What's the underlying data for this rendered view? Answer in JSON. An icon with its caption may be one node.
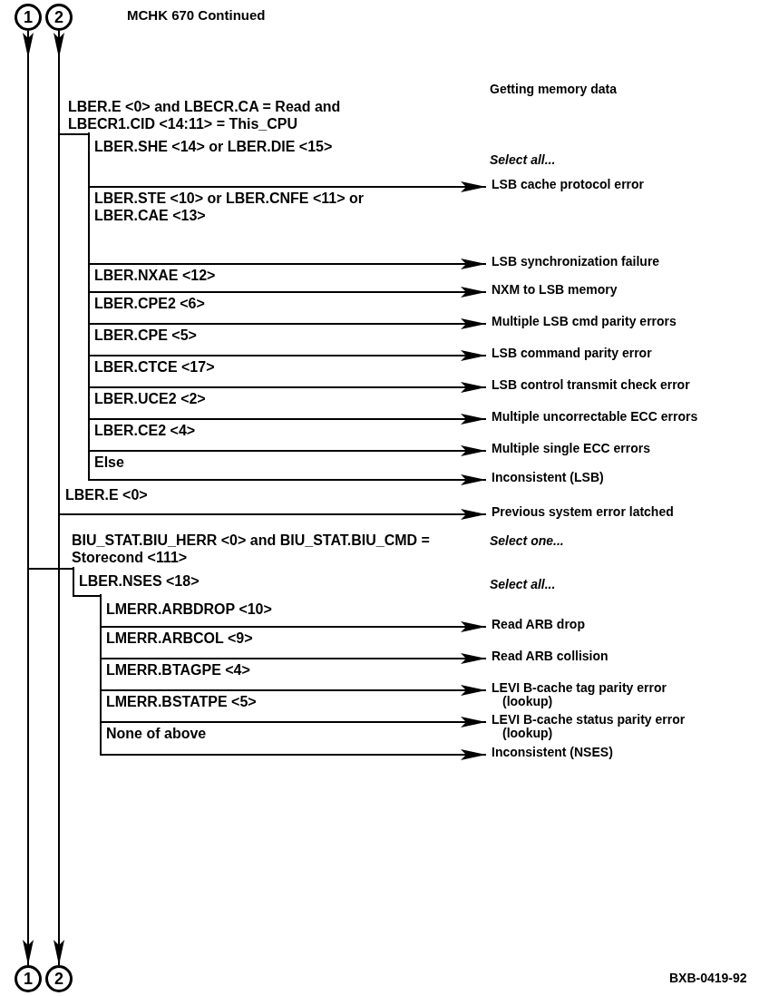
{
  "diagram": {
    "title": "MCHK 670 Continued",
    "nodes": [
      {
        "text": [
          "1"
        ]
      },
      {
        "text": [
          "2"
        ]
      },
      {
        "text": [
          "1"
        ]
      },
      {
        "text": [
          "2"
        ]
      },
      {
        "text": [
          "LBER.E <0> and LBECR.CA = Read and LBECR1.CID <14:11> = This_CPU"
        ]
      },
      {
        "text": [
          "LBER.SHE <14> or LBER.DIE <15>"
        ]
      },
      {
        "text": [
          "LBER.STE <10> or LBER.CNFE <11> or LBER.CAE <13>"
        ]
      },
      {
        "text": [
          "LBER.NXAE <12>"
        ]
      },
      {
        "text": [
          "LBER.CPE2 <6>"
        ]
      },
      {
        "text": [
          "LBER.CPE <5>"
        ]
      },
      {
        "text": [
          "LBER.CTCE <17>"
        ]
      },
      {
        "text": [
          "LBER.UCE2 <2>"
        ]
      },
      {
        "text": [
          "LBER.CE2 <4>"
        ]
      },
      {
        "text": [
          "Else"
        ]
      },
      {
        "text": [
          "LBER.E <0>"
        ]
      },
      {
        "text": [
          "BIU_STAT.BIU_HERR <0> and BIU_STAT.BIU_CMD = Storecond <111>"
        ]
      },
      {
        "text": [
          "LBER.NSES <18>"
        ]
      },
      {
        "text": [
          "LMERR.ARBDROP <10>"
        ]
      },
      {
        "text": [
          "LMERR.ARBCOL <9>"
        ]
      },
      {
        "text": [
          "LMERR.BTAGPE <4>"
        ]
      },
      {
        "text": [
          "LMERR.BSTATPE <5>"
        ]
      },
      {
        "text": [
          "None of above"
        ]
      },
      {
        "text": [
          "LSB cache protocol error"
        ]
      },
      {
        "text": [
          "LSB synchronization failure"
        ]
      },
      {
        "text": [
          "NXM to LSB memory"
        ]
      },
      {
        "text": [
          "Multiple LSB cmd parity errors"
        ]
      },
      {
        "text": [
          "LSB command parity error"
        ]
      },
      {
        "text": [
          "LSB control transmit check error"
        ]
      },
      {
        "text": [
          "Multiple uncorrectable ECC errors"
        ]
      },
      {
        "text": [
          "Multiple single ECC errors"
        ]
      },
      {
        "text": [
          "Inconsistent (LSB)"
        ]
      },
      {
        "text": [
          "Previous system error latched"
        ]
      },
      {
        "text": [
          "Read ARB drop"
        ]
      },
      {
        "text": [
          "Read ARB collision"
        ]
      },
      {
        "text": [
          "LEVI B-cache tag parity error (lookup)"
        ]
      },
      {
        "text": [
          "LEVI B-cache status parity error (lookup)"
        ]
      },
      {
        "text": [
          "Inconsistent (NSES)"
        ]
      }
    ],
    "edges": [
      {
        "from": 0,
        "to": 2,
        "arrow": "to"
      },
      {
        "from": 1,
        "to": 3,
        "arrow": "to"
      },
      {
        "from": 4,
        "to": 5,
        "arrow": "none"
      },
      {
        "from": 4,
        "to": 6,
        "arrow": "none"
      },
      {
        "from": 4,
        "to": 7,
        "arrow": "none"
      },
      {
        "from": 4,
        "to": 8,
        "arrow": "none"
      },
      {
        "from": 4,
        "to": 9,
        "arrow": "none"
      },
      {
        "from": 4,
        "to": 10,
        "arrow": "none"
      },
      {
        "from": 4,
        "to": 11,
        "arrow": "none"
      },
      {
        "from": 4,
        "to": 12,
        "arrow": "none"
      },
      {
        "from": 4,
        "to": 13,
        "arrow": "none"
      },
      {
        "from": 5,
        "to": 22,
        "arrow": "to"
      },
      {
        "from": 6,
        "to": 23,
        "arrow": "to"
      },
      {
        "from": 7,
        "to": 24,
        "arrow": "to"
      },
      {
        "from": 8,
        "to": 25,
        "arrow": "to"
      },
      {
        "from": 9,
        "to": 26,
        "arrow": "to"
      },
      {
        "from": 10,
        "to": 27,
        "arrow": "to"
      },
      {
        "from": 11,
        "to": 28,
        "arrow": "to"
      },
      {
        "from": 12,
        "to": 29,
        "arrow": "to"
      },
      {
        "from": 13,
        "to": 30,
        "arrow": "to"
      },
      {
        "from": 14,
        "to": 31,
        "arrow": "to"
      },
      {
        "from": 15,
        "to": 16,
        "arrow": "none"
      },
      {
        "from": 16,
        "to": 17,
        "arrow": "none"
      },
      {
        "from": 16,
        "to": 18,
        "arrow": "none"
      },
      {
        "from": 16,
        "to": 19,
        "arrow": "none"
      },
      {
        "from": 16,
        "to": 20,
        "arrow": "none"
      },
      {
        "from": 16,
        "to": 21,
        "arrow": "none"
      },
      {
        "from": 17,
        "to": 32,
        "arrow": "to"
      },
      {
        "from": 18,
        "to": 33,
        "arrow": "to"
      },
      {
        "from": 19,
        "to": 34,
        "arrow": "to"
      },
      {
        "from": 20,
        "to": 35,
        "arrow": "to"
      },
      {
        "from": 21,
        "to": 36,
        "arrow": "to"
      }
    ],
    "labels": [
      "Getting memory data",
      "Select all...",
      "Select one...",
      "Select all...",
      "BXB-0419-92"
    ]
  }
}
